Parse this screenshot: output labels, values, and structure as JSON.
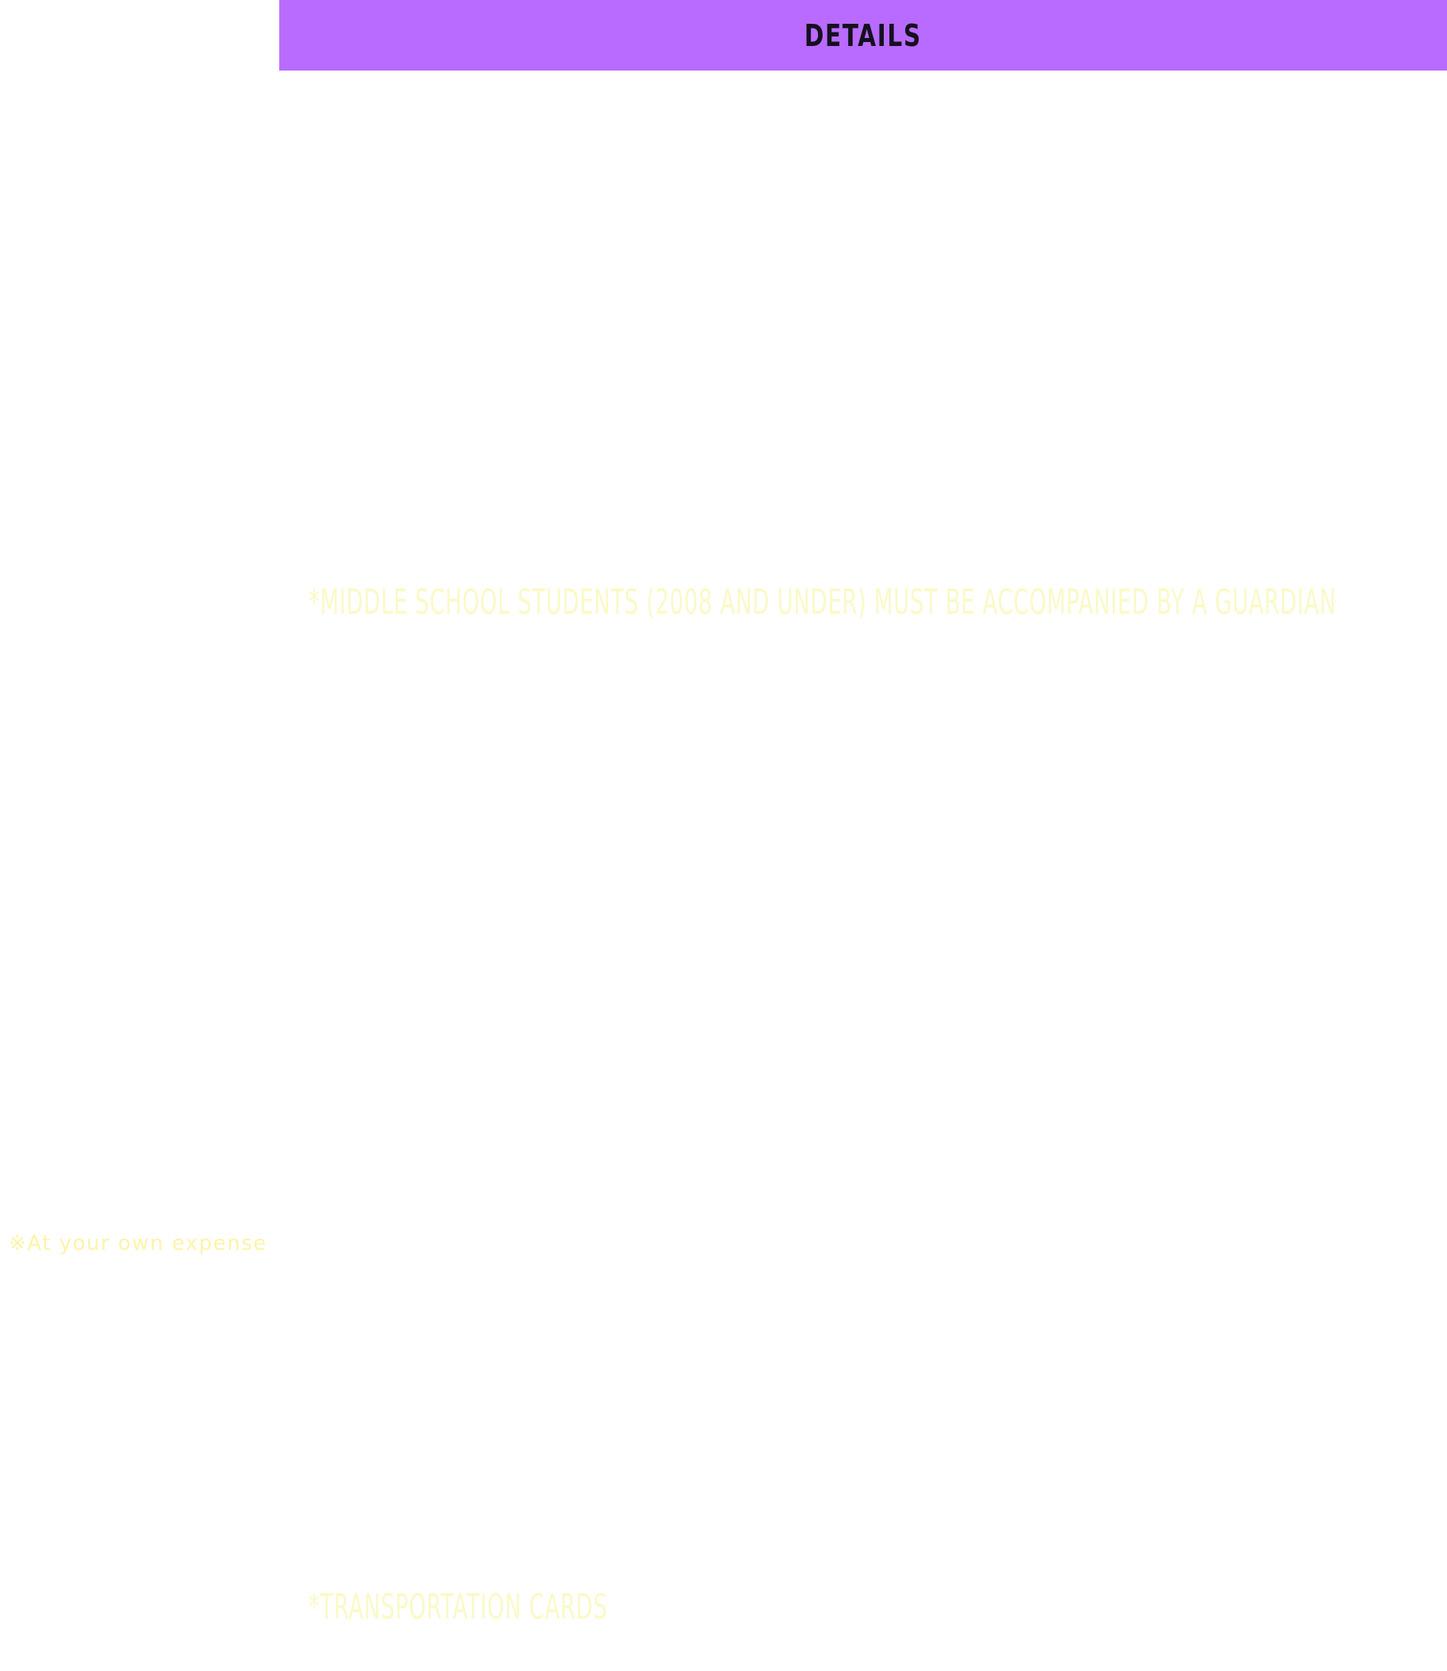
{
  "colors": {
    "accent": "#b96bff",
    "note_text": "#fbf9c6",
    "side_note_text": "#fdf4a8",
    "background": "#ffffff"
  },
  "header": {
    "title": "DETAILS"
  },
  "notes": {
    "guardian": "*MIDDLE SCHOOL STUDENTS (2008 AND UNDER) MUST BE ACCOMPANIED BY A GUARDIAN",
    "transportation": "*TRANSPORTATION CARDS"
  },
  "side_note": {
    "expense": "※At your own expense"
  }
}
